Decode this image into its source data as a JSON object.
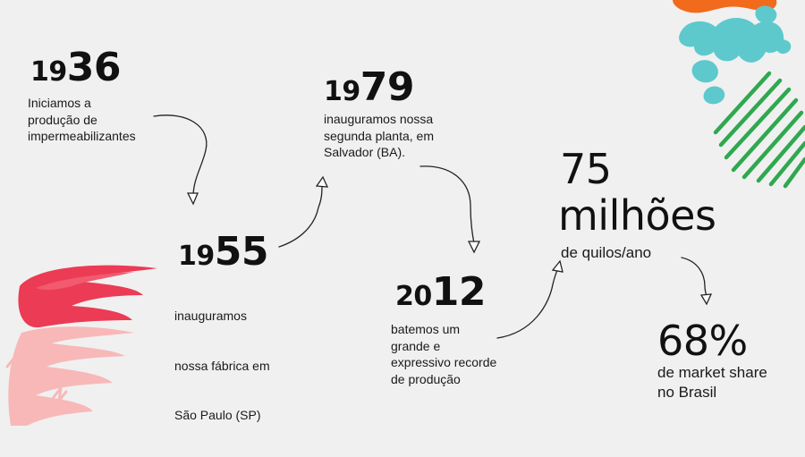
{
  "timeline": [
    {
      "year_prefix": "19",
      "year_suffix": "36",
      "lines": [
        "Iniciamos a",
        "produção de",
        "impermeabilizantes"
      ]
    },
    {
      "year_prefix": "19",
      "year_suffix": "55",
      "lines": [
        " inauguramos",
        "nossa fábrica em",
        "São Paulo (SP)"
      ]
    },
    {
      "year_prefix": "19",
      "year_suffix": "79",
      "lines": [
        "inauguramos nossa",
        "segunda planta, em",
        "Salvador (BA)."
      ]
    },
    {
      "year_prefix": "20",
      "year_suffix": "12",
      "lines": [
        "batemos um",
        "grande e",
        "expressivo recorde",
        "de produção"
      ]
    }
  ],
  "stats": {
    "production": {
      "number": "75",
      "unit": "milhões",
      "label": "de quilos/ano"
    },
    "share": {
      "value": "68%",
      "label_lines": [
        "de market share",
        "no Brasil"
      ]
    }
  },
  "colors": {
    "background": "#f0f0f0",
    "text": "#111111",
    "red": "#ec3b55",
    "pink": "#f8b8b8",
    "teal": "#5dc9cd",
    "green": "#2fa84f",
    "orange": "#f26a1b"
  }
}
